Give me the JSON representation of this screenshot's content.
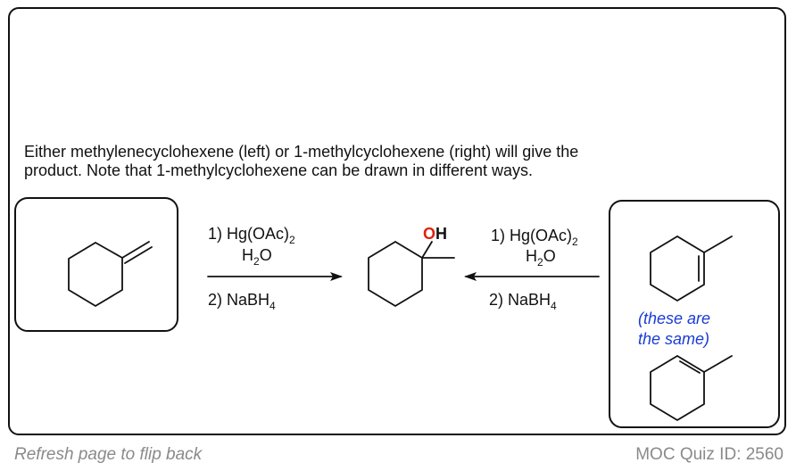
{
  "explanation": {
    "line1": "Either methylenecyclohexene (left) or 1-methylcyclohexene (right) will give the",
    "line2": "product. Note that 1-methylcyclohexene can be drawn in different ways."
  },
  "reaction": {
    "left_reagents": {
      "step1_base": "1) Hg(OAc)",
      "step1_sub": "2",
      "water_base": "H",
      "water_sub": "2",
      "water_end": "O",
      "step2_base": "2) NaBH",
      "step2_sub": "4"
    },
    "right_reagents": {
      "step1_base": "1) Hg(OAc)",
      "step1_sub": "2",
      "water_base": "H",
      "water_sub": "2",
      "water_end": "O",
      "step2_base": "2) NaBH",
      "step2_sub": "4"
    },
    "product_atoms": {
      "oxygen": "O",
      "hydrogen": "H"
    },
    "same_note": {
      "line1": "(these are",
      "line2": "the same)"
    }
  },
  "footer": {
    "refresh_text": "Refresh page to flip back",
    "quiz_id": "MOC Quiz ID: 2560"
  },
  "colors": {
    "oxygen": "#e0200f",
    "note_blue": "#1a3bd6",
    "footer_gray": "#8a8a8a"
  }
}
